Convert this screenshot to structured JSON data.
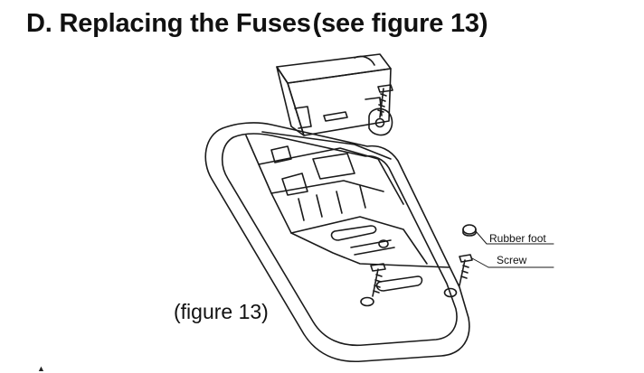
{
  "section": {
    "heading": "D. Replacing the Fuses",
    "heading_suffix": "(see figure 13)"
  },
  "figure": {
    "caption": "(figure 13)",
    "callouts": {
      "rubber_foot": "Rubber foot",
      "screw": "Screw"
    },
    "line_color": "#1a1a1a"
  }
}
